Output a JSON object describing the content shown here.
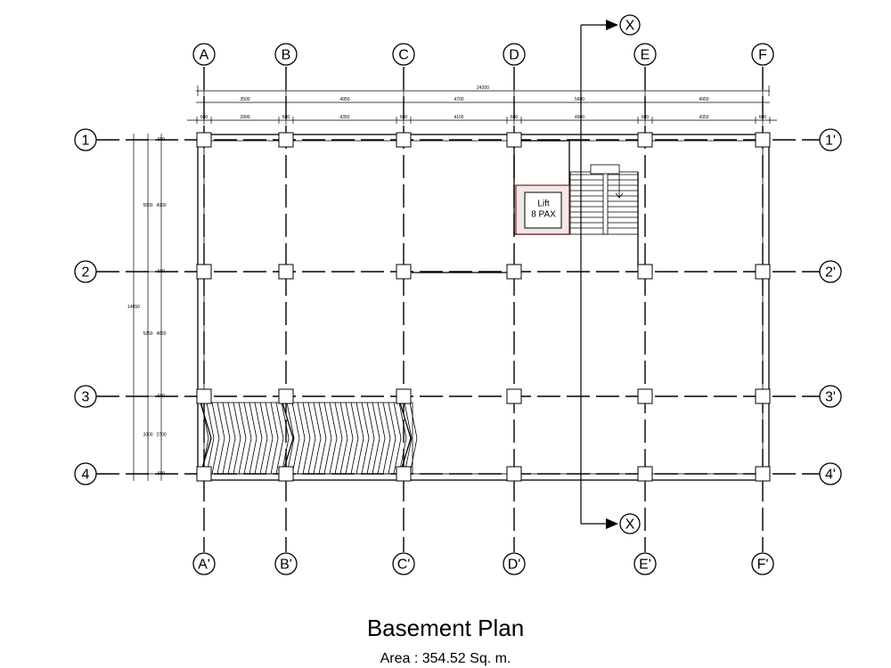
{
  "drawing": {
    "title": "Basement Plan",
    "area": "Area : 354.52 Sq. m."
  },
  "grid_letters": [
    "A",
    "B",
    "C",
    "D",
    "E",
    "F"
  ],
  "grid_letters_bottom": [
    "A'",
    "B'",
    "C'",
    "D'",
    "E'",
    "F'"
  ],
  "grid_numbers": [
    "1",
    "2",
    "3",
    "4"
  ],
  "grid_numbers_right": [
    "1'",
    "2'",
    "3'",
    "4'"
  ],
  "section_marker": "X",
  "lift": {
    "line1": "Lift",
    "line2": "8 PAX"
  },
  "dimensions": {
    "overall_horizontal": "24200",
    "bay_spans": [
      "3500",
      "4950",
      "4700",
      "5600",
      "4950"
    ],
    "col_width": "600",
    "clear_spans": [
      "2900",
      "4350",
      "4100",
      "4900",
      "4350"
    ],
    "overall_vertical": "14650",
    "vertical_bays": [
      "5500",
      "5250",
      "3300"
    ],
    "vertical_clear": [
      "4900",
      "4650",
      "2700"
    ],
    "vertical_col": "600"
  }
}
